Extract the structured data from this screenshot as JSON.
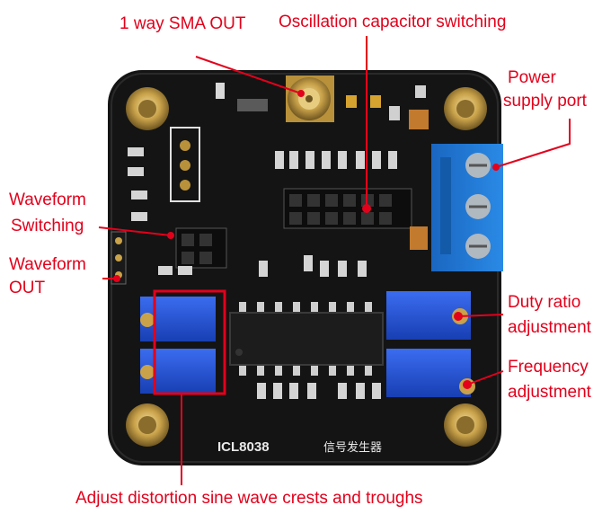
{
  "labels": {
    "sma_out": "1 way SMA OUT",
    "osc_cap": "Oscillation capacitor switching",
    "power_1": "Power",
    "power_2": "supply port",
    "wave_sw_1": "Waveform",
    "wave_sw_2": "Switching",
    "wave_out_1": "Waveform",
    "wave_out_2": "OUT",
    "duty_1": "Duty ratio",
    "duty_2": "adjustment",
    "freq_1": "Frequency",
    "freq_2": "adjustment",
    "distortion": "Adjust distortion sine wave crests and troughs"
  },
  "board": {
    "chip_label": "ICL8038",
    "cn_label": "信号发生器"
  },
  "colors": {
    "annotation": "#e3001b",
    "pcb": "#121212",
    "terminal": "#1e78d2",
    "pot": "#1f4fd6",
    "gold": "#c9a24a"
  }
}
